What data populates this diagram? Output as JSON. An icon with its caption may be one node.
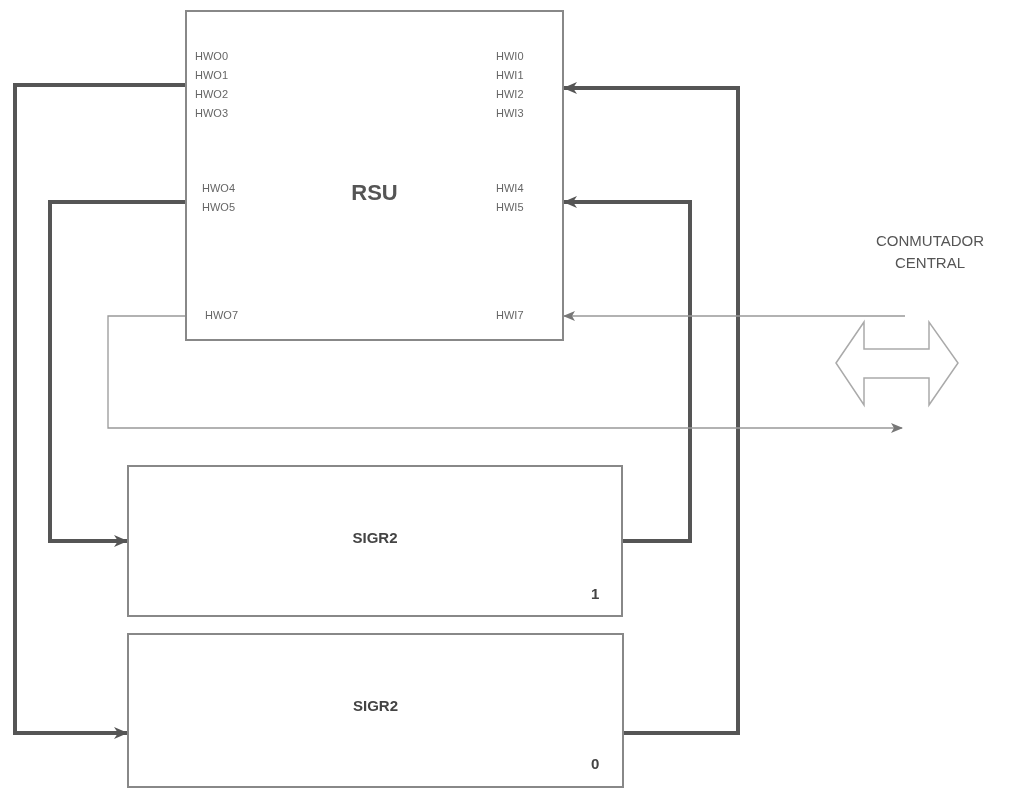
{
  "diagram": {
    "nodes": [
      {
        "text": [
          "RSU"
        ]
      },
      {
        "text": [
          "SIGR2",
          "1"
        ]
      },
      {
        "text": [
          "SIGR2",
          "0"
        ]
      }
    ],
    "edges": [
      {
        "from": 0,
        "to": 2,
        "arrow": "to"
      },
      {
        "from": 0,
        "to": 1,
        "arrow": "to"
      },
      {
        "from": 1,
        "to": 0,
        "arrow": "to"
      },
      {
        "from": 2,
        "to": 0,
        "arrow": "to"
      },
      {
        "from": null,
        "to": 0,
        "arrow": "to",
        "color": "#999999"
      },
      {
        "from": 0,
        "to": null,
        "arrow": "to",
        "color": "#999999"
      }
    ],
    "labels": [
      "HWO0",
      "HWO1",
      "HWO2",
      "HWO3",
      "HWO4",
      "HWO5",
      "HWO7",
      "HWI0",
      "HWI1",
      "HWI2",
      "HWI3",
      "HWI4",
      "HWI5",
      "HWI7",
      "CONMUTADOR CENTRAL"
    ]
  }
}
